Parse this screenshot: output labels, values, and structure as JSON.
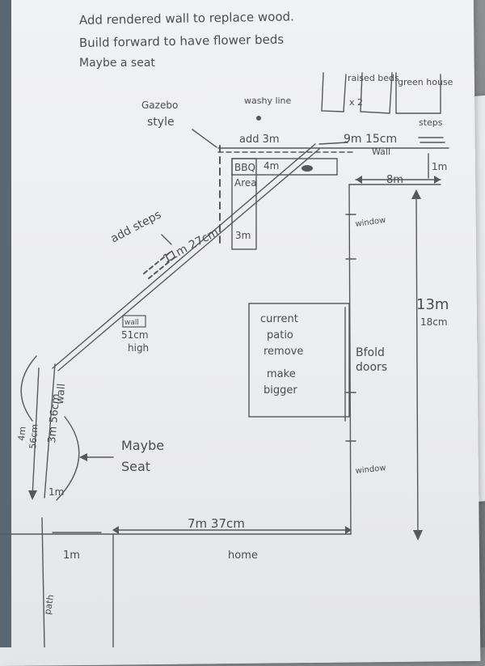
{
  "notes": {
    "line1": "Add rendered wall to replace wood.",
    "line2": "Build forward to have flower beds",
    "line3": "Maybe a seat"
  },
  "labels": {
    "raised_beds": "raised beds",
    "raised_beds_count": "x 2",
    "green_house": "green house",
    "gazebo": "Gazebo",
    "gazebo_style": "style",
    "washing_line": "washy line",
    "add_3m": "add 3m",
    "top_wall_dim": "9m 15cm",
    "wall_top": "Wall",
    "steps_right": "steps",
    "bbq": "BBQ",
    "bbq_area": "Area",
    "bbq_dim": "4m",
    "three_m": "3m",
    "one_m_right": "1m",
    "eight_m": "8m",
    "add_steps": "add steps",
    "diag_dim": "11m 27cm",
    "window_top": "window",
    "window_bottom": "window",
    "thirteen_m": "13m",
    "eighteen_cm": "18cm",
    "patio_1": "current",
    "patio_2": "patio",
    "patio_3": "remove",
    "patio_4": "make",
    "patio_5": "bigger",
    "bifold_1": "Bfold",
    "bifold_2": "doors",
    "wall_small": "wall",
    "wall_height_1": "51cm",
    "wall_height_2": "high",
    "wall_left": "wall",
    "left_dim": "3m 56cm",
    "left_dim_alt_1": "4m",
    "left_dim_alt_2": "56cm",
    "maybe": "Maybe",
    "seat": "Seat",
    "one_m_left": "1m",
    "one_m_bottom": "1m",
    "bottom_dim": "7m 37cm",
    "home": "home",
    "path": "path"
  }
}
